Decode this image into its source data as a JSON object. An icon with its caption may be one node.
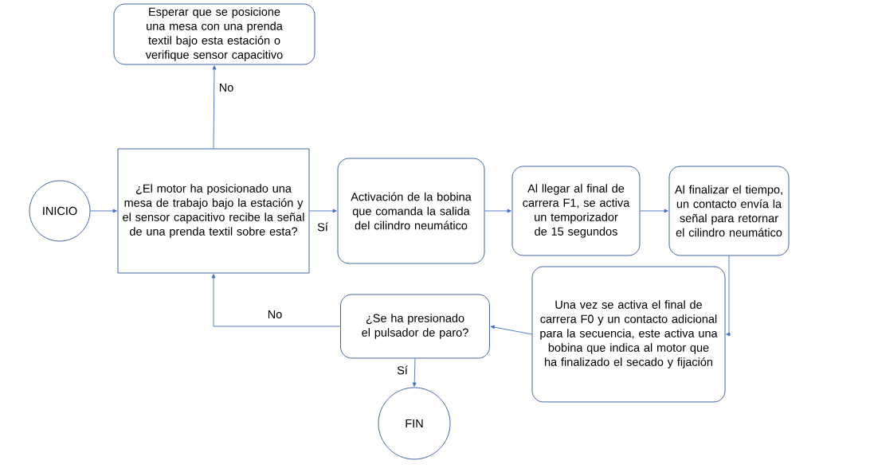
{
  "diagram": {
    "nodes": [
      {
        "text": [
          "INICIO"
        ]
      },
      {
        "text": [
          "Esperar que se posicione una mesa con una prenda textil bajo esta estación o verifique sensor capacitivo"
        ]
      },
      {
        "text": [
          "¿El motor ha posicionado una mesa de trabajo bajo la estación y el sensor capacitivo recibe la señal de una prenda textil sobre esta?"
        ]
      },
      {
        "text": [
          "Activación de la bobina que comanda la salida del cilindro neumático"
        ]
      },
      {
        "text": [
          "Al llegar al final de carrera F1, se activa un temporizador de 15 segundos"
        ]
      },
      {
        "text": [
          "Al finalizar el tiempo, un contacto envía la señal para retornar el cilindro neumático"
        ]
      },
      {
        "text": [
          "Una vez se activa el final de carrera F0 y un contacto adicional para la secuencia, este activa una bobina que indica al motor que ha finalizado el secado y fijación"
        ]
      },
      {
        "text": [
          "¿Se ha presionado el pulsador de paro?"
        ]
      },
      {
        "text": [
          "FIN"
        ]
      }
    ],
    "edges": [
      {
        "from": 0,
        "to": 2,
        "arrow": "to"
      },
      {
        "from": 2,
        "to": 1,
        "arrow": "to",
        "label": "No"
      },
      {
        "from": 2,
        "to": 3,
        "arrow": "to",
        "label": "Sí"
      },
      {
        "from": 3,
        "to": 4,
        "arrow": "to"
      },
      {
        "from": 4,
        "to": 5,
        "arrow": "to"
      },
      {
        "from": 5,
        "to": 6,
        "arrow": "to"
      },
      {
        "from": 6,
        "to": 7,
        "arrow": "to"
      },
      {
        "from": 7,
        "to": 2,
        "arrow": "to",
        "label": "No"
      },
      {
        "from": 7,
        "to": 8,
        "arrow": "to",
        "label": "Sí"
      }
    ]
  }
}
